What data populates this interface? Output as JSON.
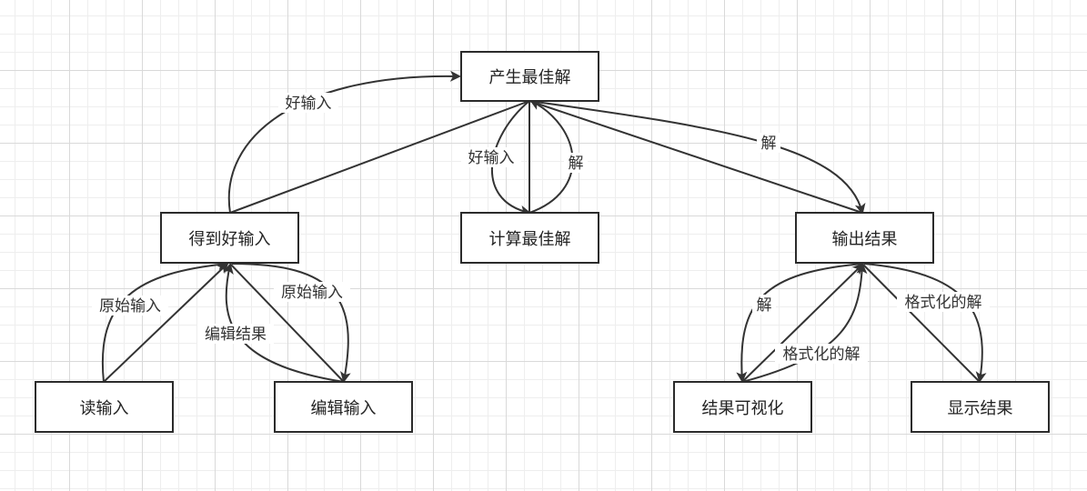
{
  "nodes": {
    "produce_best": "产生最佳解",
    "get_good_input": "得到好输入",
    "compute_best": "计算最佳解",
    "output_result": "输出结果",
    "read_input": "读输入",
    "edit_input": "编辑输入",
    "visualize_result": "结果可视化",
    "display_result": "显示结果"
  },
  "edge_labels": {
    "good_input_top": "好输入",
    "good_input_mid": "好输入",
    "solution_mid": "解",
    "solution_right": "解",
    "raw_input_left": "原始输入",
    "edit_result": "编辑结果",
    "raw_input_right": "原始输入",
    "solution_bottom": "解",
    "formatted_solution_mid": "格式化的解",
    "formatted_solution_right": "格式化的解"
  },
  "colors": {
    "stroke": "#333333",
    "grid_major": "#d9d9d9",
    "grid_minor": "#eeeeee"
  }
}
